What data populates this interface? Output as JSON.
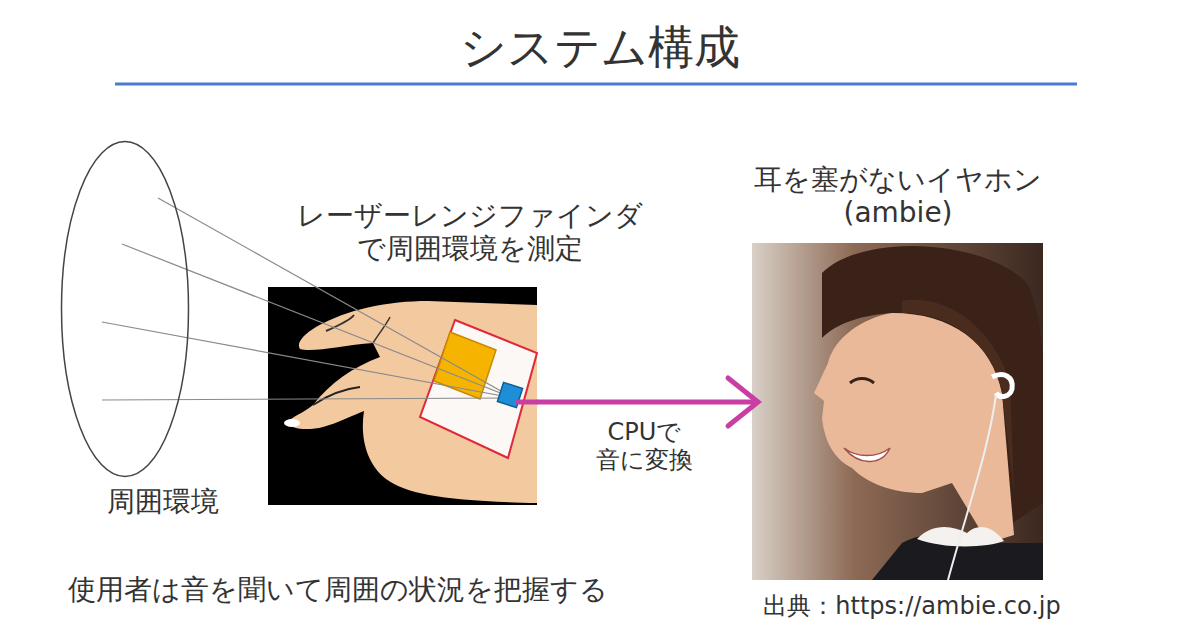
{
  "diagram": {
    "title": "システム構成",
    "nodes": [
      {
        "text": [
          "周囲環境"
        ]
      },
      {
        "text": [
          "レーザーレンジファインダ で周囲環境を測定"
        ]
      },
      {
        "text": [
          "耳を塞がないイヤホン (ambie)",
          "出典：https://ambie.co.jp"
        ]
      }
    ],
    "edges": [
      {
        "from": 1,
        "to": 2,
        "arrow": "to",
        "label": "CPUで 音に変換"
      }
    ],
    "labels": [
      "使用者は音を聞いて周囲の状況を把握する"
    ]
  }
}
